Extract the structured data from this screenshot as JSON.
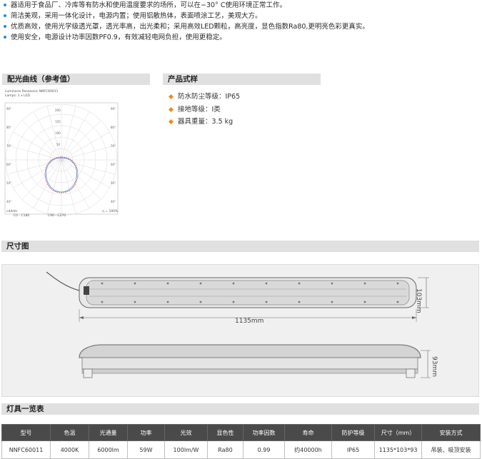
{
  "features": [
    "器适用于食品厂、冷库等有防水和使用温度要求的场所，可以在−30° C使用环境正常工作。",
    "简洁美观，采用一体化设计，电源内置；使用铝散热体，表面喷涂工艺，美观大方。",
    "优质高效，使用光学级透光罩，透光率高，出光柔和；采用高效LED颗粒，高亮度，显色指数Ra80,更明亮色彩更真实。",
    "使用安全，电源设计功率因数PF0.9，有效减轻电网负担，使用更稳定。"
  ],
  "light_curve": {
    "title": "配光曲线（参考值）",
    "caption_lines": [
      "Luminaire Panasonic NNFC60011",
      "Lamps: 1 x LED"
    ],
    "radial_labels": [
      "200",
      "150",
      "100",
      "50"
    ],
    "angle_labels_left": [
      "90°",
      "80°",
      "70°",
      "60°",
      "50°",
      "40°"
    ],
    "angle_labels_right": [
      "90°",
      "80°",
      "70°",
      "60°",
      "50°",
      "40°"
    ],
    "unit_label": "cd/klm",
    "legend_c0": "C0 - C180",
    "legend_c90": "C90 - C270",
    "eta_label": "η = 100%"
  },
  "product_spec": {
    "title": "产品式样",
    "items": [
      "防水防尘等级：IP65",
      "接地等级：I类",
      "器具重量：3.5 kg"
    ]
  },
  "dimension": {
    "title": "尺寸图",
    "length_label": "1135mm",
    "width_label": "103mm",
    "height_label": "93mm"
  },
  "table": {
    "title": "灯具一览表",
    "headers": [
      "型号",
      "色温",
      "光通量",
      "功率",
      "光效",
      "显色性",
      "功率因数",
      "寿命",
      "防护等级",
      "尺寸（mm）",
      "安装方式"
    ],
    "rows": [
      [
        "NNFC60011",
        "4000K",
        "6000lm",
        "59W",
        "100lm/W",
        "Ra80",
        "0.99",
        "约40000h",
        "IP65",
        "1135*103*93",
        "吊装、吸顶安装"
      ]
    ]
  },
  "colors": {
    "bullet": "#1f8fd6",
    "diamond": "#f08a1d",
    "section_bg": "#e0e0e0",
    "table_header": "#4a4a4a"
  }
}
